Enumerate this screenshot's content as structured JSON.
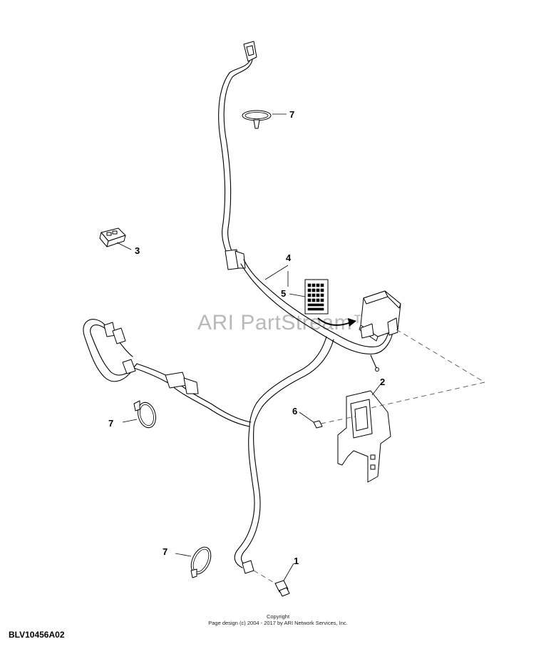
{
  "diagram": {
    "watermark": "ARI PartStream™",
    "callouts": {
      "c1": "1",
      "c2": "2",
      "c3": "3",
      "c4": "4",
      "c5": "5",
      "c6": "6",
      "c7_top": "7",
      "c7_left": "7",
      "c7_bottom": "7"
    }
  },
  "footer": {
    "copyright_title": "Copyright",
    "copyright_text": "Page design (c) 2004 - 2017 by ARI Network Services, Inc.",
    "drawing_id": "BLV10456A02"
  }
}
